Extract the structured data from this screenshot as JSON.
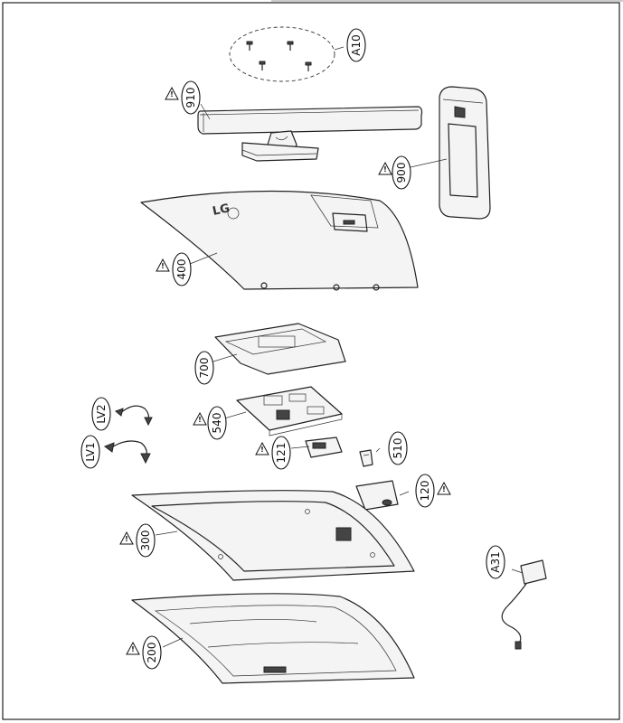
{
  "diagram": {
    "callouts": [
      {
        "id": "a10",
        "label": "A10",
        "warning": false
      },
      {
        "id": "910",
        "label": "910",
        "warning": true
      },
      {
        "id": "900",
        "label": "900",
        "warning": true
      },
      {
        "id": "400",
        "label": "400",
        "warning": true
      },
      {
        "id": "700",
        "label": "700",
        "warning": false
      },
      {
        "id": "lv2",
        "label": "LV2",
        "warning": false
      },
      {
        "id": "540",
        "label": "540",
        "warning": true
      },
      {
        "id": "lv1",
        "label": "LV1",
        "warning": false
      },
      {
        "id": "121",
        "label": "121",
        "warning": true
      },
      {
        "id": "510",
        "label": "510",
        "warning": false
      },
      {
        "id": "120",
        "label": "120",
        "warning": true
      },
      {
        "id": "300",
        "label": "300",
        "warning": true
      },
      {
        "id": "a31",
        "label": "A31",
        "warning": false
      },
      {
        "id": "200",
        "label": "200",
        "warning": true
      }
    ],
    "warning_mark": "!",
    "logo_text": "LG"
  }
}
